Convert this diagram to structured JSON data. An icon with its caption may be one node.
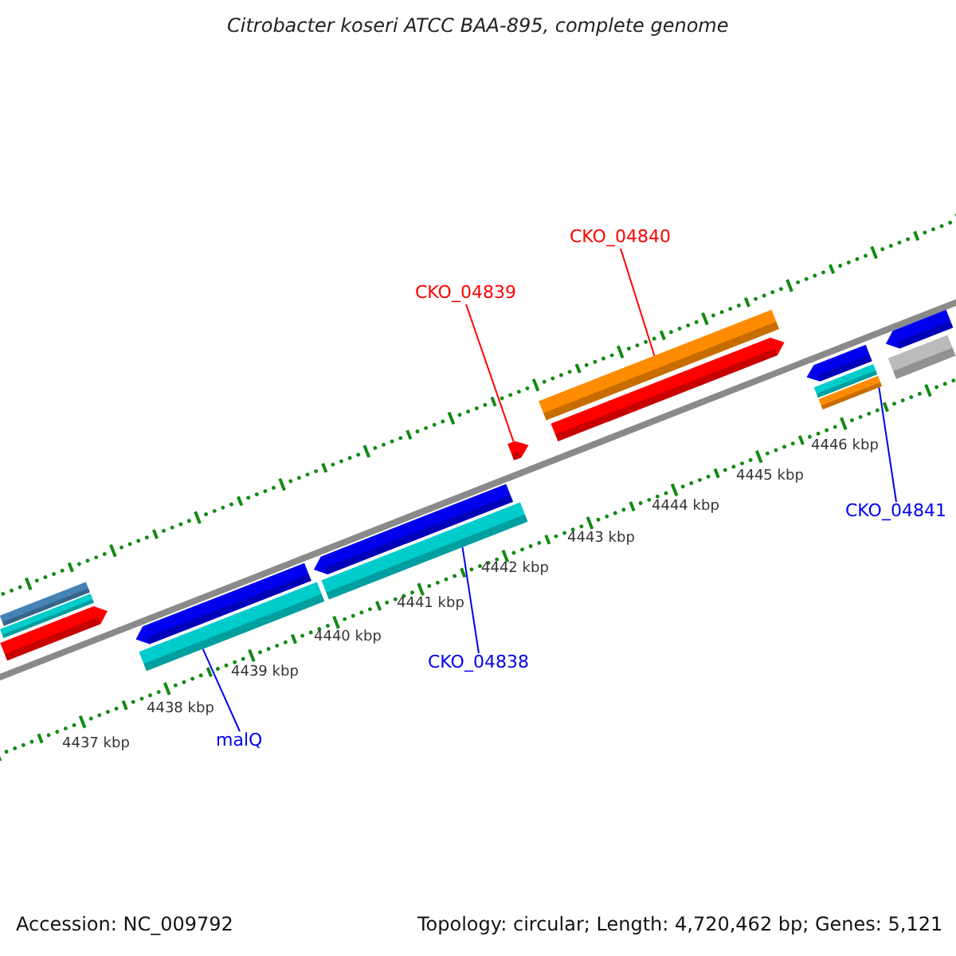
{
  "diagram": {
    "title": "Citrobacter koseri ATCC BAA-895, complete genome",
    "nodes": [
      {
        "text": [
          "CKO_04840"
        ]
      },
      {
        "text": [],
        "shape": "bar"
      },
      {
        "text": [
          "CKO_04839"
        ]
      },
      {
        "text": [],
        "shape": "bar"
      },
      {
        "text": [
          "CKO_04841"
        ]
      },
      {
        "text": [],
        "shape": "bar"
      },
      {
        "text": [
          "CKO_04838"
        ]
      },
      {
        "text": [],
        "shape": "bar"
      },
      {
        "text": [
          "malQ"
        ]
      },
      {
        "text": [],
        "shape": "bar"
      },
      {
        "text": [],
        "shape": "bar"
      },
      {
        "text": [],
        "shape": "bar"
      },
      {
        "text": [],
        "shape": "bar"
      },
      {
        "text": [],
        "shape": "bar"
      },
      {
        "text": [],
        "shape": "bar"
      },
      {
        "text": [],
        "shape": "bar"
      },
      {
        "text": [],
        "shape": "bar"
      },
      {
        "text": [],
        "shape": "bar"
      },
      {
        "text": [],
        "shape": "bar"
      },
      {
        "text": [],
        "shape": "bar"
      }
    ],
    "edges": [
      {
        "from": 0,
        "to": 1,
        "arrow": "none",
        "color": "#ff0000"
      },
      {
        "from": 2,
        "to": 3,
        "arrow": "none",
        "color": "#ff0000"
      },
      {
        "from": 4,
        "to": 5,
        "arrow": "none"
      },
      {
        "from": 6,
        "to": 7,
        "arrow": "none"
      },
      {
        "from": 8,
        "to": 9,
        "arrow": "none"
      }
    ],
    "labels": [
      "4437 kbp",
      "4438 kbp",
      "4439 kbp",
      "4440 kbp",
      "4441 kbp",
      "4442 kbp",
      "4443 kbp",
      "4444 kbp",
      "4445 kbp",
      "4446 kbp",
      "Accession: NC_009792",
      "Topology: circular; Length: 4,720,462 bp; Genes: 5,121"
    ]
  }
}
